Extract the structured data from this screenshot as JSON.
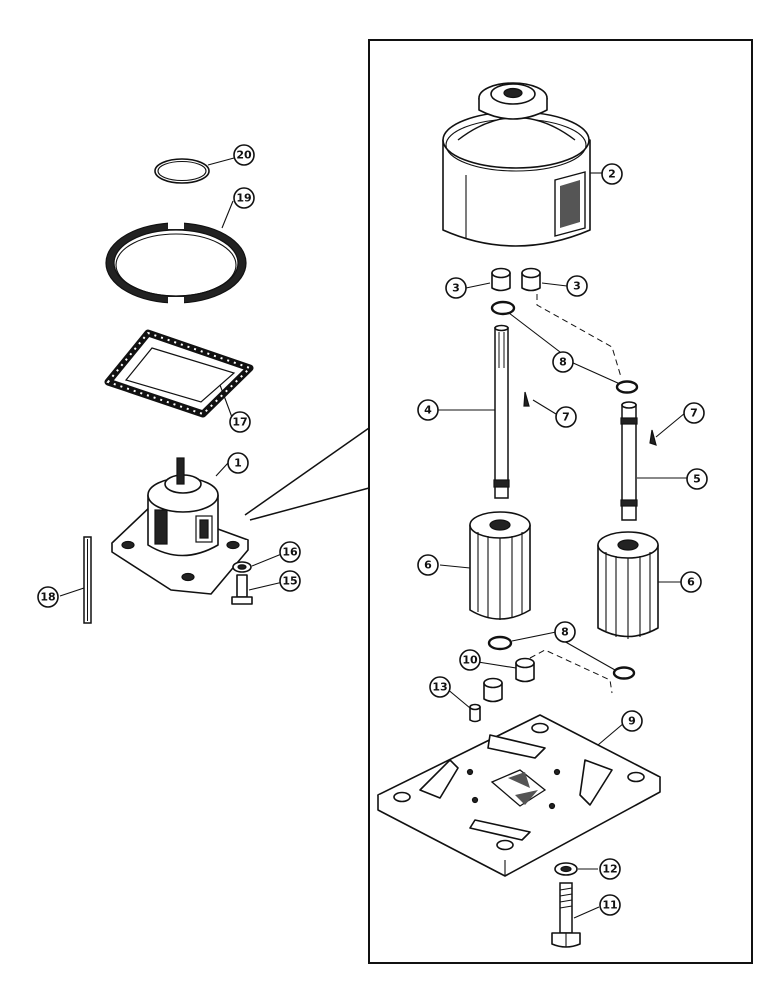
{
  "callouts": [
    {
      "id": "c1",
      "label": "1"
    },
    {
      "id": "c2",
      "label": "2"
    },
    {
      "id": "c3a",
      "label": "3"
    },
    {
      "id": "c3b",
      "label": "3"
    },
    {
      "id": "c4",
      "label": "4"
    },
    {
      "id": "c5",
      "label": "5"
    },
    {
      "id": "c6a",
      "label": "6"
    },
    {
      "id": "c6b",
      "label": "6"
    },
    {
      "id": "c7a",
      "label": "7"
    },
    {
      "id": "c7b",
      "label": "7"
    },
    {
      "id": "c8a",
      "label": "8"
    },
    {
      "id": "c8b",
      "label": "8"
    },
    {
      "id": "c9",
      "label": "9"
    },
    {
      "id": "c10",
      "label": "10"
    },
    {
      "id": "c11",
      "label": "11"
    },
    {
      "id": "c12",
      "label": "12"
    },
    {
      "id": "c13",
      "label": "13"
    },
    {
      "id": "c15",
      "label": "15"
    },
    {
      "id": "c16",
      "label": "16"
    },
    {
      "id": "c17",
      "label": "17"
    },
    {
      "id": "c18",
      "label": "18"
    },
    {
      "id": "c19",
      "label": "19"
    },
    {
      "id": "c20",
      "label": "20"
    }
  ]
}
